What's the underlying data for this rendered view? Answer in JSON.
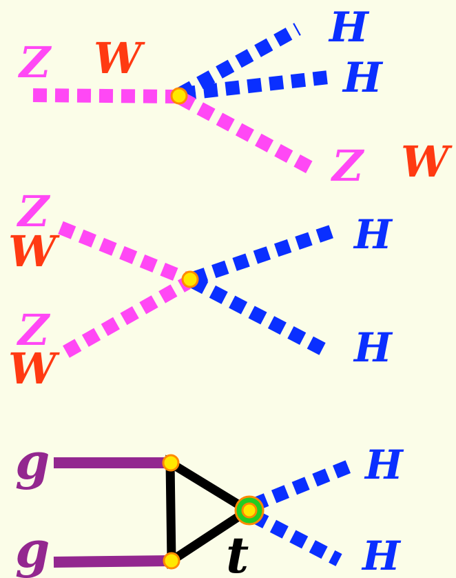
{
  "colors": {
    "background": "#fbfde8",
    "higgs": "#0a2fff",
    "z_boson": "#ff48f5",
    "w_boson": "#ff3a12",
    "gluon": "#93278f",
    "top_loop": "#000000",
    "vertex_fill": "#ffe800",
    "vertex_stroke": "#ff8a00",
    "effective_vertex": "#22cc22"
  },
  "diagram1": {
    "z_in": "Z",
    "w_in": "W",
    "h_out_1": "H",
    "h_out_2": "H",
    "z_out": "Z",
    "w_out": "W"
  },
  "diagram2": {
    "z_in_1": "Z",
    "w_in_1": "W",
    "z_in_2": "Z",
    "w_in_2": "W",
    "h_out_1": "H",
    "h_out_2": "H"
  },
  "diagram3": {
    "g_in_1": "g",
    "g_in_2": "g",
    "loop_label": "t",
    "h_out_1": "H",
    "h_out_2": "H"
  }
}
